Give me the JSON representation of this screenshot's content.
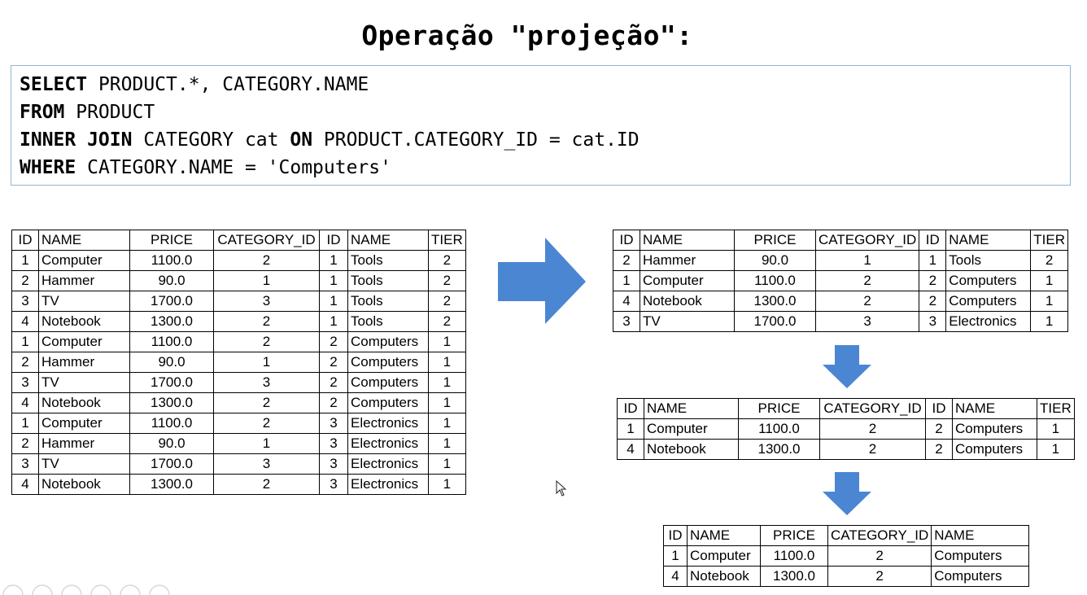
{
  "title": "Operação \"projeção\":",
  "sql": [
    {
      "kw": "SELECT",
      "rest": " PRODUCT.*, CATEGORY.NAME"
    },
    {
      "kw": "FROM",
      "rest": " PRODUCT"
    },
    {
      "kw": "INNER JOIN",
      "rest": " CATEGORY cat ",
      "kw2": "ON",
      "rest2": " PRODUCT.CATEGORY_ID = cat.ID"
    },
    {
      "kw": "WHERE",
      "rest": " CATEGORY.NAME = 'Computers'"
    }
  ],
  "tables": {
    "join_all": {
      "headers": [
        "ID",
        "NAME",
        "PRICE",
        "CATEGORY_ID",
        "ID",
        "NAME",
        "TIER"
      ],
      "rows": [
        [
          "1",
          "Computer",
          "1100.0",
          "2",
          "1",
          "Tools",
          "2"
        ],
        [
          "2",
          "Hammer",
          "90.0",
          "1",
          "1",
          "Tools",
          "2"
        ],
        [
          "3",
          "TV",
          "1700.0",
          "3",
          "1",
          "Tools",
          "2"
        ],
        [
          "4",
          "Notebook",
          "1300.0",
          "2",
          "1",
          "Tools",
          "2"
        ],
        [
          "1",
          "Computer",
          "1100.0",
          "2",
          "2",
          "Computers",
          "1"
        ],
        [
          "2",
          "Hammer",
          "90.0",
          "1",
          "2",
          "Computers",
          "1"
        ],
        [
          "3",
          "TV",
          "1700.0",
          "3",
          "2",
          "Computers",
          "1"
        ],
        [
          "4",
          "Notebook",
          "1300.0",
          "2",
          "2",
          "Computers",
          "1"
        ],
        [
          "1",
          "Computer",
          "1100.0",
          "2",
          "3",
          "Electronics",
          "1"
        ],
        [
          "2",
          "Hammer",
          "90.0",
          "1",
          "3",
          "Electronics",
          "1"
        ],
        [
          "3",
          "TV",
          "1700.0",
          "3",
          "3",
          "Electronics",
          "1"
        ],
        [
          "4",
          "Notebook",
          "1300.0",
          "2",
          "3",
          "Electronics",
          "1"
        ]
      ]
    },
    "join_matched": {
      "headers": [
        "ID",
        "NAME",
        "PRICE",
        "CATEGORY_ID",
        "ID",
        "NAME",
        "TIER"
      ],
      "rows": [
        [
          "2",
          "Hammer",
          "90.0",
          "1",
          "1",
          "Tools",
          "2"
        ],
        [
          "1",
          "Computer",
          "1100.0",
          "2",
          "2",
          "Computers",
          "1"
        ],
        [
          "4",
          "Notebook",
          "1300.0",
          "2",
          "2",
          "Computers",
          "1"
        ],
        [
          "3",
          "TV",
          "1700.0",
          "3",
          "3",
          "Electronics",
          "1"
        ]
      ]
    },
    "filtered": {
      "headers": [
        "ID",
        "NAME",
        "PRICE",
        "CATEGORY_ID",
        "ID",
        "NAME",
        "TIER"
      ],
      "rows": [
        [
          "1",
          "Computer",
          "1100.0",
          "2",
          "2",
          "Computers",
          "1"
        ],
        [
          "4",
          "Notebook",
          "1300.0",
          "2",
          "2",
          "Computers",
          "1"
        ]
      ]
    },
    "projected": {
      "headers": [
        "ID",
        "NAME",
        "PRICE",
        "CATEGORY_ID",
        "NAME"
      ],
      "rows": [
        [
          "1",
          "Computer",
          "1100.0",
          "2",
          "Computers"
        ],
        [
          "4",
          "Notebook",
          "1300.0",
          "2",
          "Computers"
        ]
      ]
    }
  },
  "colors": {
    "arrow": "#4a86d2",
    "sql_border": "#8fb7cf"
  }
}
